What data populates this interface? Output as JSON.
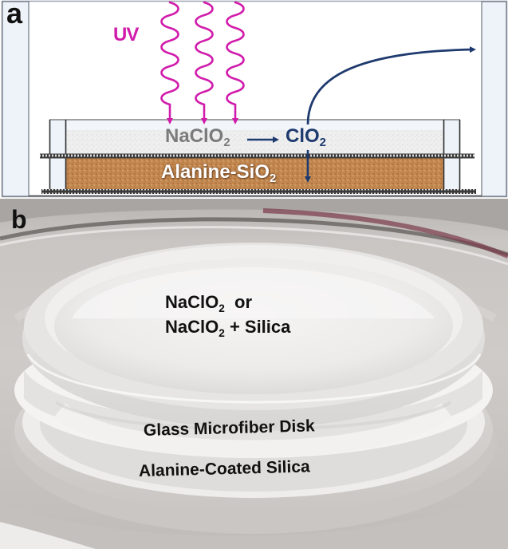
{
  "figure": {
    "panel_a": {
      "letter": "a",
      "uv_label": "UV",
      "reactant": {
        "base": "NaClO",
        "sub": "2"
      },
      "product": {
        "base": "ClO",
        "sub": "2"
      },
      "substrate": {
        "base": "Alanine-SiO",
        "sub": "2"
      },
      "colors": {
        "uv": "#d11bab",
        "arrow": "#1e3a6e",
        "reactant_text": "#7b7b7b",
        "alanine_layer": "#c0834a",
        "naclo2_layer": "#ececec",
        "side_column": "#eef3fa"
      }
    },
    "panel_b": {
      "letter": "b",
      "top_label_line1": {
        "base": "NaClO",
        "sub": "2",
        "suffix": "  or"
      },
      "top_label_line2": {
        "base": "NaClO",
        "sub": "2",
        "suffix": " + Silica"
      },
      "disk_label": "Glass Microfiber Disk",
      "bottom_label": "Alanine-Coated Silica"
    }
  }
}
